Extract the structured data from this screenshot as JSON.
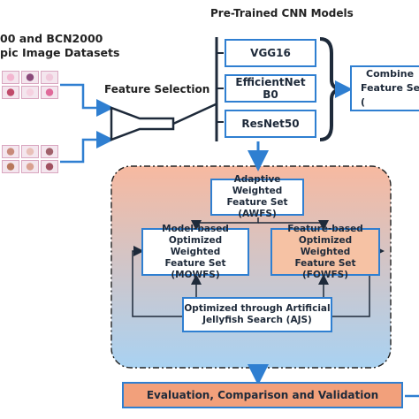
{
  "datasets_label": {
    "line1": "00 and BCN2000",
    "line2": "pic Image Datasets"
  },
  "cnn_header": "Pre-Trained CNN Models",
  "models": [
    "VGG16",
    "EfficientNet B0",
    "ResNet50"
  ],
  "feature_selection_label": "Feature Selection",
  "combined_label": {
    "line1": "Combine",
    "line2": "Feature Set ("
  },
  "awfs": {
    "line1": "Adaptive Weighted",
    "line2": "Feature Set (AWFS)"
  },
  "mowfs": {
    "line1": "Model-based",
    "line2": "Optimized Weighted",
    "line3": "Feature Set (MOWFS)"
  },
  "fowfs": {
    "line1": "Feature-based",
    "line2": "Optimized Weighted",
    "line3": "Feature Set (FOWFS)"
  },
  "ajs": {
    "line1": "Optimized through Artificial",
    "line2": "Jellyfish Search (AJS)"
  },
  "evaluation_label": "Evaluation, Comparison and Validation",
  "colors": {
    "accent_blue": "#2f7fd1",
    "peach_fill": "#f6c2a4",
    "evaluation_fill": "#f2a07b",
    "region_top": "#f7b9a0",
    "region_bottom": "#a9d2f2"
  },
  "thumbnails": {
    "row1": [
      "#f3b6d0",
      "#8a4a7a",
      "#f0c9db",
      "#c04a6a",
      "#f5d1e0",
      "#e06a9a"
    ],
    "row2": [
      "#c88a7a",
      "#e8c0b8",
      "#a0606a",
      "#b8785c",
      "#d9a090",
      "#a05060"
    ]
  }
}
